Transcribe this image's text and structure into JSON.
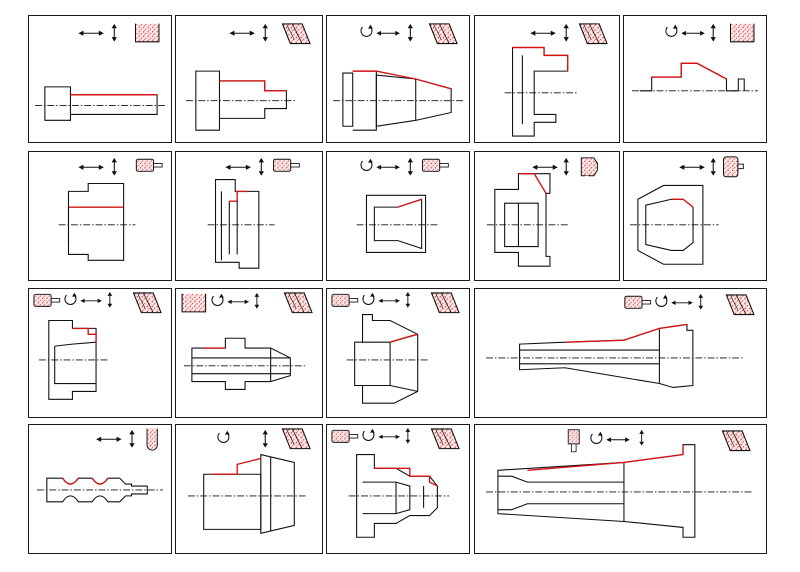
{
  "colors": {
    "border": "#1a1a1a",
    "outline": "#111111",
    "ground_surface": "#d41414",
    "grit_fill": "#f7dede",
    "background": "#ffffff"
  },
  "cells": [
    {
      "id": "r1c1",
      "icons": [
        "traverse-horizontal-icon",
        "infeed-vertical-icon",
        "cup-wheel-icon"
      ]
    },
    {
      "id": "r1c2",
      "icons": [
        "traverse-horizontal-icon",
        "infeed-vertical-icon",
        "angled-wheel-icon"
      ]
    },
    {
      "id": "r1c3",
      "icons": [
        "rotation-icon",
        "traverse-horizontal-icon",
        "infeed-vertical-icon",
        "angled-wheel-icon"
      ]
    },
    {
      "id": "r1c4",
      "icons": [
        "traverse-horizontal-icon",
        "infeed-vertical-icon",
        "angled-wheel-icon"
      ]
    },
    {
      "id": "r1c5",
      "icons": [
        "rotation-icon",
        "traverse-horizontal-icon",
        "infeed-vertical-icon",
        "cup-wheel-icon"
      ]
    },
    {
      "id": "r2c1",
      "icons": [
        "traverse-horizontal-icon",
        "infeed-vertical-icon",
        "mounted-point-icon"
      ]
    },
    {
      "id": "r2c2",
      "icons": [
        "traverse-horizontal-icon",
        "infeed-vertical-icon",
        "mounted-point-icon"
      ]
    },
    {
      "id": "r2c3",
      "icons": [
        "rotation-icon",
        "traverse-horizontal-icon",
        "infeed-vertical-icon",
        "mounted-point-icon"
      ]
    },
    {
      "id": "r2c4",
      "icons": [
        "traverse-horizontal-icon",
        "infeed-vertical-icon",
        "tapered-point-icon"
      ]
    },
    {
      "id": "r2c5",
      "icons": [
        "traverse-horizontal-icon",
        "infeed-vertical-icon",
        "cylindrical-point-icon"
      ]
    },
    {
      "id": "r3c1",
      "icons": [
        "mounted-point-icon",
        "rotation-icon",
        "traverse-horizontal-icon",
        "infeed-vertical-icon",
        "angled-wheel-icon"
      ]
    },
    {
      "id": "r3c2",
      "icons": [
        "cup-wheel-icon",
        "rotation-icon",
        "traverse-horizontal-icon",
        "infeed-vertical-icon",
        "angled-wheel-icon"
      ]
    },
    {
      "id": "r3c3",
      "icons": [
        "mounted-point-icon",
        "rotation-icon",
        "traverse-horizontal-icon",
        "infeed-vertical-icon",
        "angled-wheel-icon"
      ]
    },
    {
      "id": "r3c4",
      "icons": [
        "mounted-point-icon",
        "rotation-icon",
        "traverse-horizontal-icon",
        "infeed-vertical-icon",
        "angled-wheel-icon"
      ]
    },
    {
      "id": "r4c1",
      "icons": [
        "traverse-horizontal-icon",
        "infeed-vertical-icon",
        "profile-wheel-icon"
      ]
    },
    {
      "id": "r4c2",
      "icons": [
        "rotation-icon",
        "infeed-vertical-icon",
        "angled-wheel-icon"
      ]
    },
    {
      "id": "r4c3",
      "icons": [
        "mounted-point-icon",
        "rotation-icon",
        "traverse-horizontal-icon",
        "infeed-vertical-icon",
        "angled-wheel-icon"
      ]
    },
    {
      "id": "r4c4",
      "icons": [
        "mounted-point-icon",
        "rotation-icon",
        "traverse-horizontal-icon",
        "infeed-vertical-icon",
        "angled-wheel-icon"
      ]
    }
  ]
}
